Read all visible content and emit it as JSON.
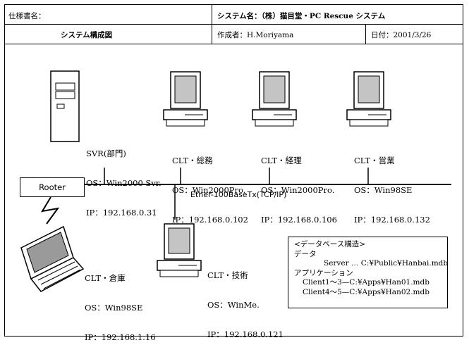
{
  "header": {
    "spec_label": "仕様書名：",
    "spec_value": "システム構成図",
    "system_label": "システム名：（株）猫目堂・PC Rescue  システム",
    "author": "作成者：H.Moriyama",
    "date": "日付：2001/3/26"
  },
  "network": {
    "backbone_label": "Ether-100BaseTx(TCP/IP)",
    "router_label": "Rooter"
  },
  "nodes": {
    "server": {
      "name": "SVR(部門)",
      "os": "OS：Win2000 Svr.",
      "ip": "IP：192.168.0.31"
    },
    "somu": {
      "name": "CLT・総務",
      "os": "OS：Win2000Pro.",
      "ip": "IP：192.168.0.102"
    },
    "keiri": {
      "name": "CLT・経理",
      "os": "OS：Win2000Pro.",
      "ip": "IP：192.168.0.106"
    },
    "eigyo": {
      "name": "CLT・営業",
      "os": "OS：Win98SE",
      "ip": "IP：192.168.0.132"
    },
    "gijutsu": {
      "name": "CLT・技術",
      "os": "OS：WinMe.",
      "ip": "IP：192.168.0.121"
    },
    "souko": {
      "name": "CLT・倉庫",
      "os": "OS：Win98SE",
      "ip": "IP：192.168.1.16"
    }
  },
  "db_structure": {
    "title": "<データベース構造>",
    "data_heading": "データ",
    "server_path": "Server … C:¥Public¥Hanbai.mdb",
    "app_heading": "アプリケーション",
    "client_1_3": "Client1～3—C:¥Apps¥Han01.mdb",
    "client_4_5": "Client4～5—C:¥Apps¥Han02.mdb"
  }
}
